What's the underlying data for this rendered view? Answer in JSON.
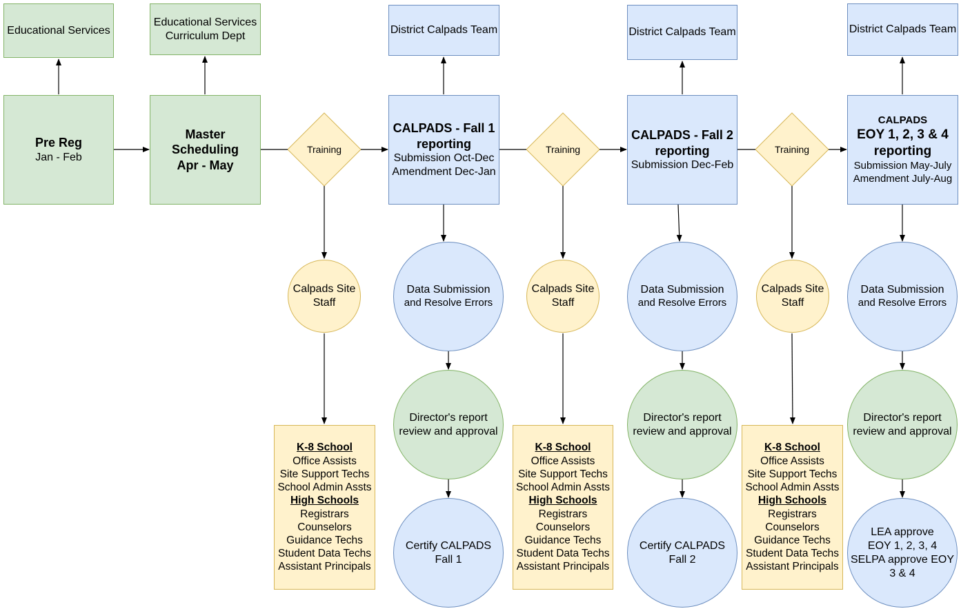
{
  "colors": {
    "green_fill": "#d5e8d4",
    "green_stroke": "#82b366",
    "blue_fill": "#dae8fc",
    "blue_stroke": "#6c8ebf",
    "yellow_fill": "#fff2cc",
    "yellow_stroke": "#d6b656"
  },
  "top": {
    "edu1": "Educational Services",
    "edu2_line1": "Educational Services",
    "edu2_line2": "Curriculum Dept",
    "team": "District Calpads Team"
  },
  "prereg": {
    "title": "Pre Reg",
    "sub": "Jan - Feb"
  },
  "master": {
    "line1": "Master",
    "line2": "Scheduling",
    "line3": "Apr - May"
  },
  "training": "Training",
  "fall1": {
    "title1": "CALPADS - Fall 1",
    "title2": "reporting",
    "sub1": "Submission Oct-Dec",
    "sub2": "Amendment Dec-Jan"
  },
  "fall2": {
    "title1": "CALPADS - Fall 2",
    "title2": "reporting",
    "sub1": "Submission Dec-Feb"
  },
  "eoy": {
    "title0": "CALPADS",
    "title1": "EOY 1, 2, 3 & 4",
    "title2": "reporting",
    "sub1": "Submission May-July",
    "sub2": "Amendment July-Aug"
  },
  "site_staff": {
    "line1": "Calpads Site",
    "line2": "Staff"
  },
  "data_submission": {
    "line1": "Data Submission",
    "line2": "and Resolve Errors"
  },
  "director": {
    "line1": "Director's report",
    "line2": "review and approval"
  },
  "certify1": {
    "line1": "Certify CALPADS",
    "line2": "Fall 1"
  },
  "certify2": {
    "line1": "Certify CALPADS",
    "line2": "Fall 2"
  },
  "lea": {
    "line1": "LEA approve",
    "line2": "EOY 1, 2, 3, 4",
    "line3": "SELPA approve EOY",
    "line4": "3 & 4"
  },
  "roles": {
    "k8_title": "K-8 School",
    "k8_items": [
      "Office Assists",
      "Site Support Techs",
      "School Admin Assts"
    ],
    "hs_title": "High Schools",
    "hs_items": [
      "Registrars",
      "Counselors",
      "Guidance Techs",
      "Student Data Techs",
      "Assistant Principals"
    ]
  }
}
